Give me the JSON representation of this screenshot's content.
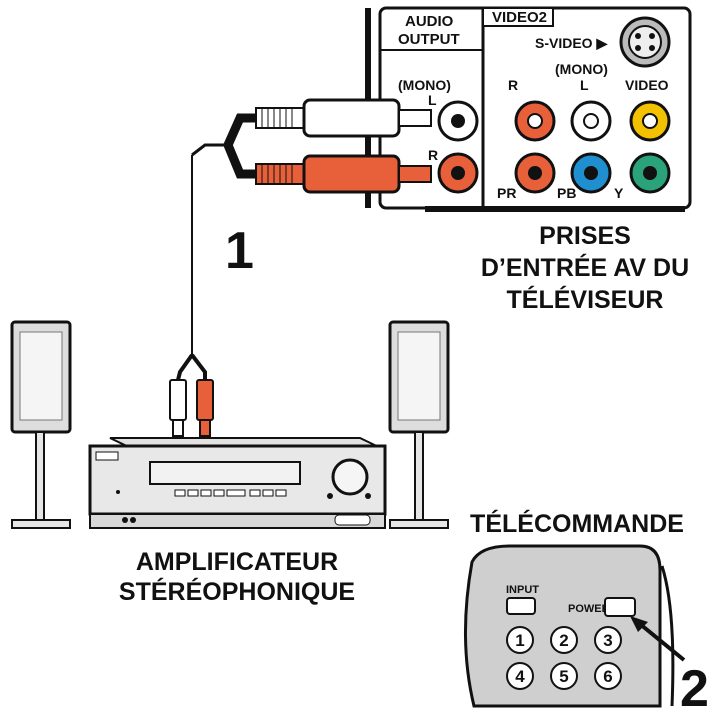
{
  "panel": {
    "audio_output_line1": "AUDIO",
    "audio_output_line2": "OUTPUT",
    "video2": "VIDEO2",
    "svideo": "S-VIDEO ▶",
    "mono_left": "(MONO)",
    "l_left": "L",
    "r_left": "R",
    "r_video": "R",
    "mono_video": "(MONO)",
    "l_video": "L",
    "video": "VIDEO",
    "pr": "PR",
    "pb": "PB",
    "y": "Y"
  },
  "labels": {
    "tv_inputs": [
      "PRISES",
      "D’ENTRÉE AV DU",
      "TÉLÉVISEUR"
    ],
    "amplifier": [
      "AMPLIFICATEUR",
      "STÉRÉOPHONIQUE"
    ],
    "remote": "TÉLÉCOMMANDE",
    "step1": "1",
    "step2": "2"
  },
  "remote": {
    "input": "INPUT",
    "power": "POWER",
    "buttons": [
      "1",
      "2",
      "3",
      "4",
      "5",
      "6"
    ]
  },
  "colors": {
    "jack_red": "#e8603a",
    "jack_white": "#ffffff",
    "jack_yellow": "#f2c200",
    "jack_blue": "#1f8fd0",
    "jack_green": "#2aa37a"
  }
}
